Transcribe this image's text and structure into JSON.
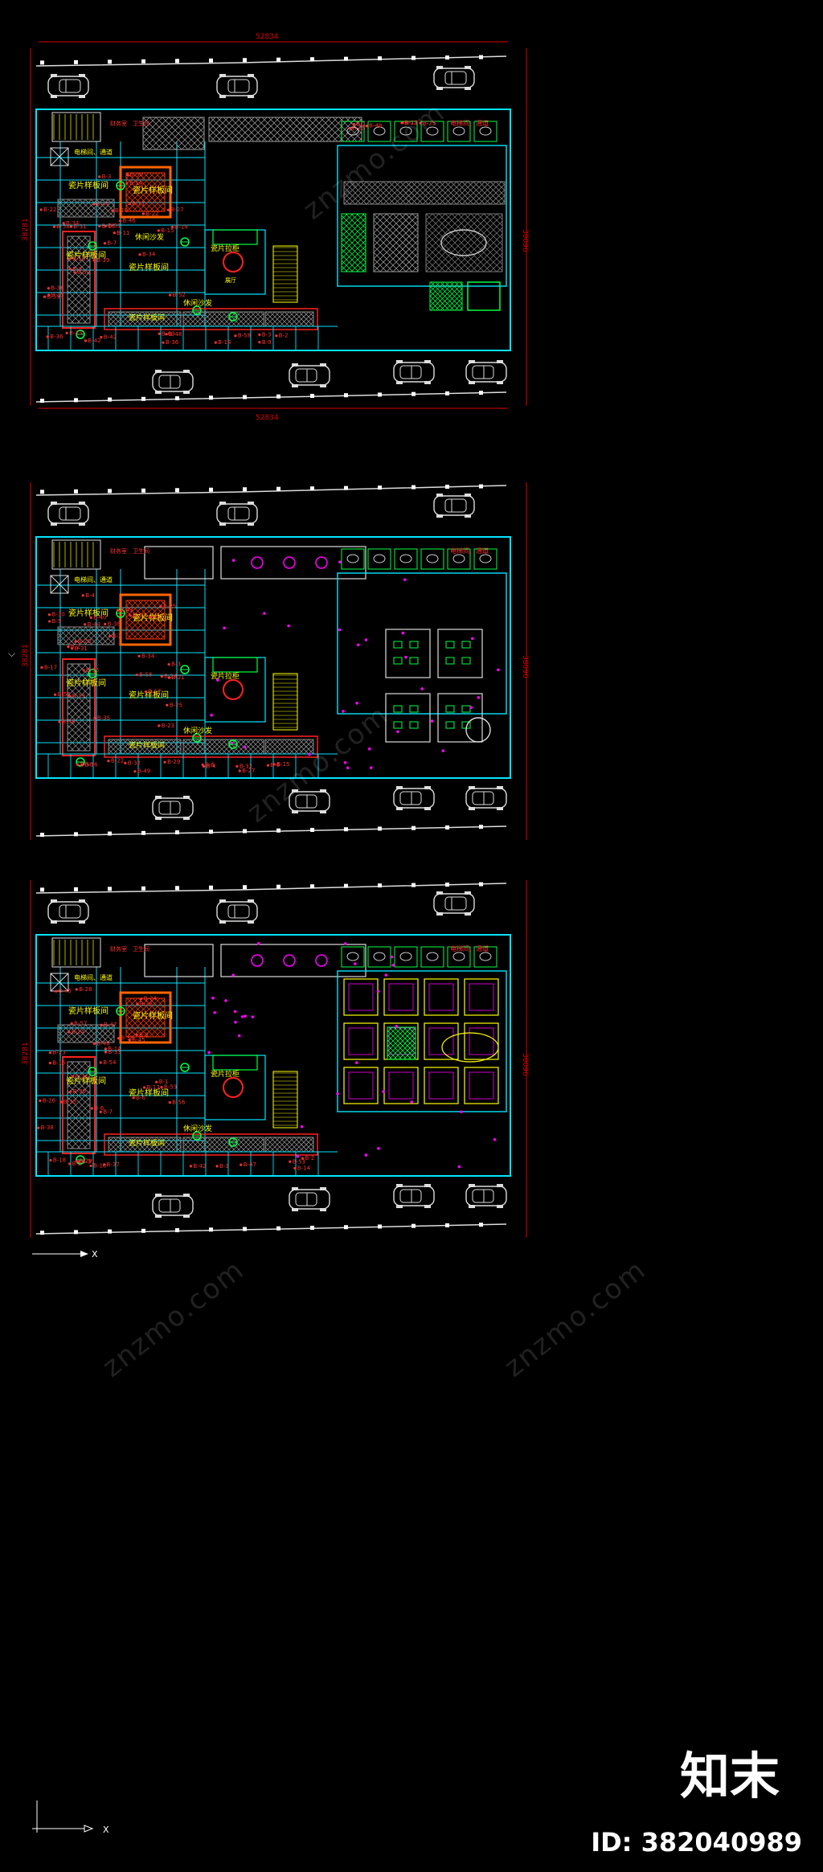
{
  "colors": {
    "background": "#000000",
    "wall": "#00e5ff",
    "dimension": "#e00000",
    "label": "#ffff00",
    "tag": "#ff3030",
    "hatch": "#8c8c8c",
    "furniture": "#ffffff",
    "accent_green": "#00ff44",
    "accent_magenta": "#ff00ff"
  },
  "plans": [
    {
      "dim_width": "52834",
      "dim_depth_left": "38281",
      "dim_depth_right": "38096",
      "labels": {
        "elevator": "电梯间、通道",
        "tile_room_a": "瓷片样板间",
        "tile_room_b": "瓷片样板间",
        "tile_room_c": "瓷片样板间",
        "tile_room_d": "瓷片样板间",
        "tile_room_e": "瓷片样板间",
        "sofa": "休闲沙发",
        "sofa2": "休闲沙发",
        "pull_cabinet": "瓷片拉柜",
        "hall": "展厅",
        "office": "财务室",
        "toilet": "卫生间"
      }
    },
    {
      "dim_depth_left": "38281",
      "dim_depth_right": "38096",
      "labels": {
        "elevator": "电梯间、通道",
        "tile_room_a": "瓷片样板间",
        "tile_room_b": "瓷片样板间",
        "tile_room_c": "瓷片样板间",
        "tile_room_d": "瓷片样板间",
        "tile_room_e": "瓷片样板间",
        "sofa": "休闲沙发",
        "pull_cabinet": "瓷片拉柜",
        "office": "财务室",
        "toilet": "卫生间"
      }
    },
    {
      "dim_depth_left": "38281",
      "dim_depth_right": "38096",
      "labels": {
        "elevator": "电梯间、通道",
        "tile_room_a": "瓷片样板间",
        "tile_room_b": "瓷片样板间",
        "tile_room_c": "瓷片样板间",
        "tile_room_d": "瓷片样板间",
        "tile_room_e": "瓷片样板间",
        "sofa": "休闲沙发",
        "pull_cabinet": "瓷片拉柜",
        "office": "财务室",
        "toilet": "卫生间"
      }
    }
  ],
  "watermark": "znzmo.com",
  "logo": "知末",
  "image_id": "ID: 382040989"
}
